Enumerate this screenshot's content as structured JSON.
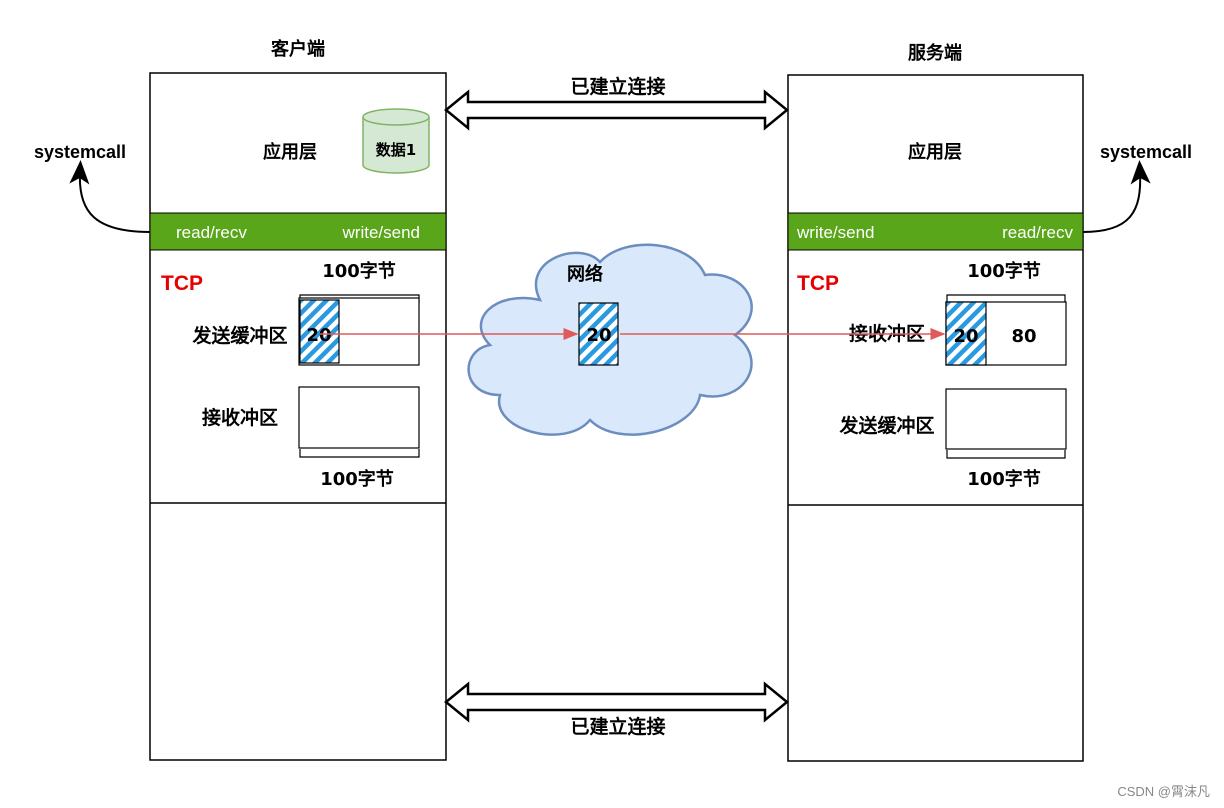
{
  "client": {
    "title": "客户端",
    "app_layer": "应用层",
    "data_label": "数据1",
    "syscall_left": "read/recv",
    "syscall_right": "write/send",
    "systemcall": "systemcall",
    "tcp": "TCP",
    "send_buffer_label": "发送缓冲区",
    "send_buffer_size": "100字节",
    "send_buffer_value": "20",
    "recv_buffer_label": "接收冲区",
    "recv_buffer_size": "100字节"
  },
  "server": {
    "title": "服务端",
    "app_layer": "应用层",
    "syscall_left": "write/send",
    "syscall_right": "read/recv",
    "systemcall": "systemcall",
    "tcp": "TCP",
    "recv_buffer_label": "接收冲区",
    "recv_buffer_size": "100字节",
    "recv_buffer_value_filled": "20",
    "recv_buffer_value_free": "80",
    "send_buffer_label": "发送缓冲区",
    "send_buffer_size": "100字节"
  },
  "network": {
    "label": "网络",
    "packet_value": "20"
  },
  "connection": {
    "top_label": "已建立连接",
    "bottom_label": "已建立连接"
  },
  "watermark": "CSDN @霄沫凡",
  "colors": {
    "green_bar": "#5aa61a",
    "hatch": "#2a9ae0",
    "cloud_fill": "#dae8fc",
    "cloud_stroke": "#6c8ebf",
    "cylinder_fill": "#d5e8d4",
    "cylinder_stroke": "#82b366",
    "packet_arrow": "#e05a5a",
    "tcp_text": "#e60000"
  }
}
